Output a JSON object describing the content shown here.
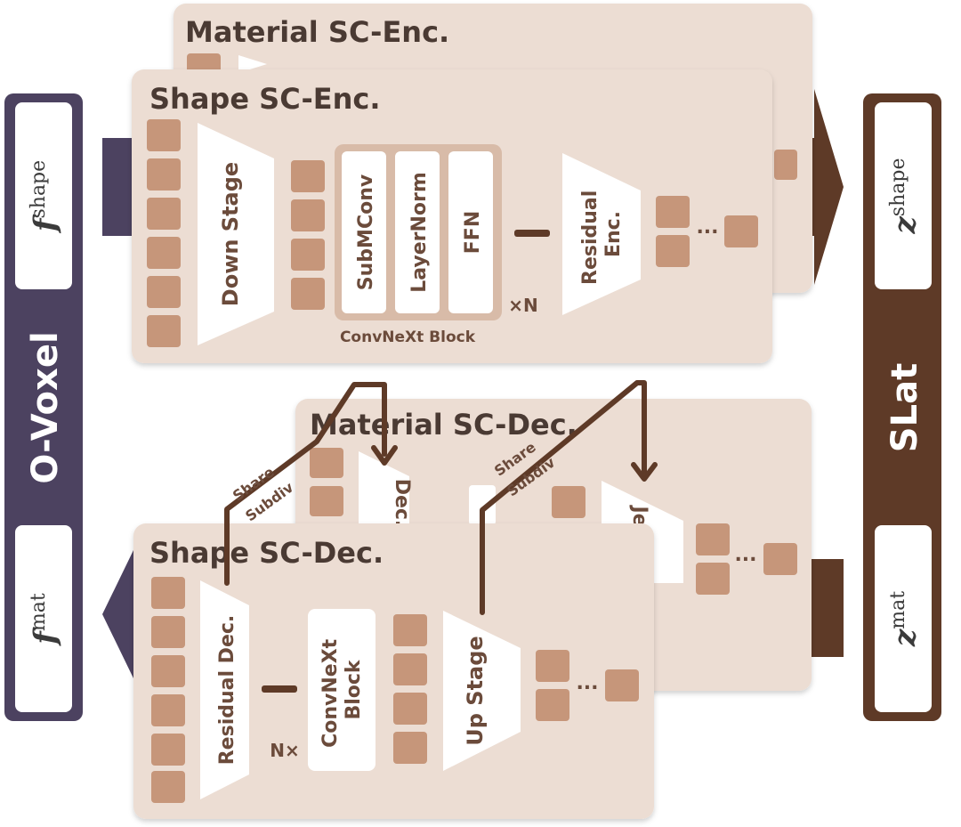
{
  "diagram": {
    "left_bar": {
      "label": "O-Voxel",
      "top_var": "f",
      "top_sup": "shape",
      "bottom_var": "f",
      "bottom_sup": "mat",
      "color": "#4c4260"
    },
    "right_bar": {
      "label": "SLat",
      "top_var": "z",
      "top_sup": "shape",
      "bottom_var": "z",
      "bottom_sup": "mat",
      "color": "#5e3a27"
    },
    "material_enc": {
      "title": "Material SC-Enc."
    },
    "shape_enc": {
      "title": "Shape SC-Enc.",
      "down_stage": "Down Stage",
      "convnext_items": [
        "SubMConv",
        "LayerNorm",
        "FFN"
      ],
      "convnext_caption": "ConvNeXt Block",
      "repeat": "×N",
      "residual": [
        "Residual",
        "Enc."
      ],
      "ellipsis": "..."
    },
    "material_dec": {
      "title": "Material SC-Dec.",
      "partial_dec": "Dec.",
      "partial_up": "Je",
      "ellipsis": "..."
    },
    "shape_dec": {
      "title": "Shape SC-Dec.",
      "residual": "Residual Dec.",
      "convnext": [
        "ConvNeXt",
        "Block"
      ],
      "repeat": "N×",
      "up_stage": "Up Stage",
      "ellipsis": "..."
    },
    "share_labels": [
      {
        "share": "Share",
        "subdiv": "Subdiv"
      },
      {
        "share": "Share",
        "subdiv": "Subdiv"
      }
    ],
    "colors": {
      "panel": "#ecddd3",
      "cube": "#c6967a",
      "arrow": "#5e3a27"
    }
  }
}
